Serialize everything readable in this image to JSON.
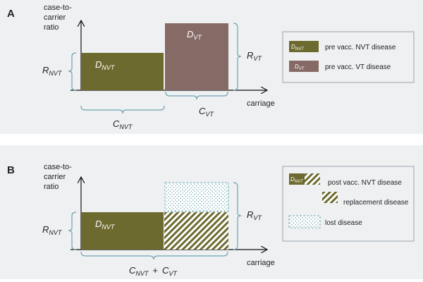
{
  "colors": {
    "nvt": "#6d6a2f",
    "vt": "#866a66",
    "lost": "#7fb0b8",
    "legend_border": "#9aa4ac",
    "axis": "#111111",
    "brace": "#6fa3b3"
  },
  "panels": [
    {
      "id": "A",
      "letter": "A",
      "y_axis_label": [
        "case-to-",
        "carrier",
        "ratio"
      ],
      "x_axis_label": "carriage",
      "bar_left": {
        "label_main": "D",
        "label_sub": "NVT"
      },
      "bar_right": {
        "label_main": "D",
        "label_sub": "VT"
      },
      "brace_left": {
        "main": "R",
        "sub": "NVT"
      },
      "brace_right": {
        "main": "R",
        "sub": "VT"
      },
      "brace_bottom_left": {
        "main": "C",
        "sub": "NVT"
      },
      "brace_bottom_right": {
        "main": "C",
        "sub": "VT"
      },
      "legend": [
        {
          "swatch_main": "D",
          "swatch_sub": "NVT",
          "text": "pre vacc. NVT disease"
        },
        {
          "swatch_main": "D",
          "swatch_sub": "VT",
          "text": "pre vacc. VT disease"
        }
      ]
    },
    {
      "id": "B",
      "letter": "B",
      "y_axis_label": [
        "case-to-",
        "carrier",
        "ratio"
      ],
      "x_axis_label": "carriage",
      "bar_left": {
        "label_main": "D",
        "label_sub": "NVT"
      },
      "brace_left": {
        "main": "R",
        "sub": "NVT"
      },
      "brace_right": {
        "main": "R",
        "sub": "VT"
      },
      "brace_bottom": {
        "main1": "C",
        "sub1": "NVT",
        "plus": "+",
        "main2": "C",
        "sub2": "VT"
      },
      "legend": [
        {
          "swatch_main": "D",
          "swatch_sub": "NVT",
          "text": "post vacc. NVT disease"
        },
        {
          "text": "replacement disease"
        },
        {
          "text": "lost disease"
        }
      ]
    }
  ]
}
